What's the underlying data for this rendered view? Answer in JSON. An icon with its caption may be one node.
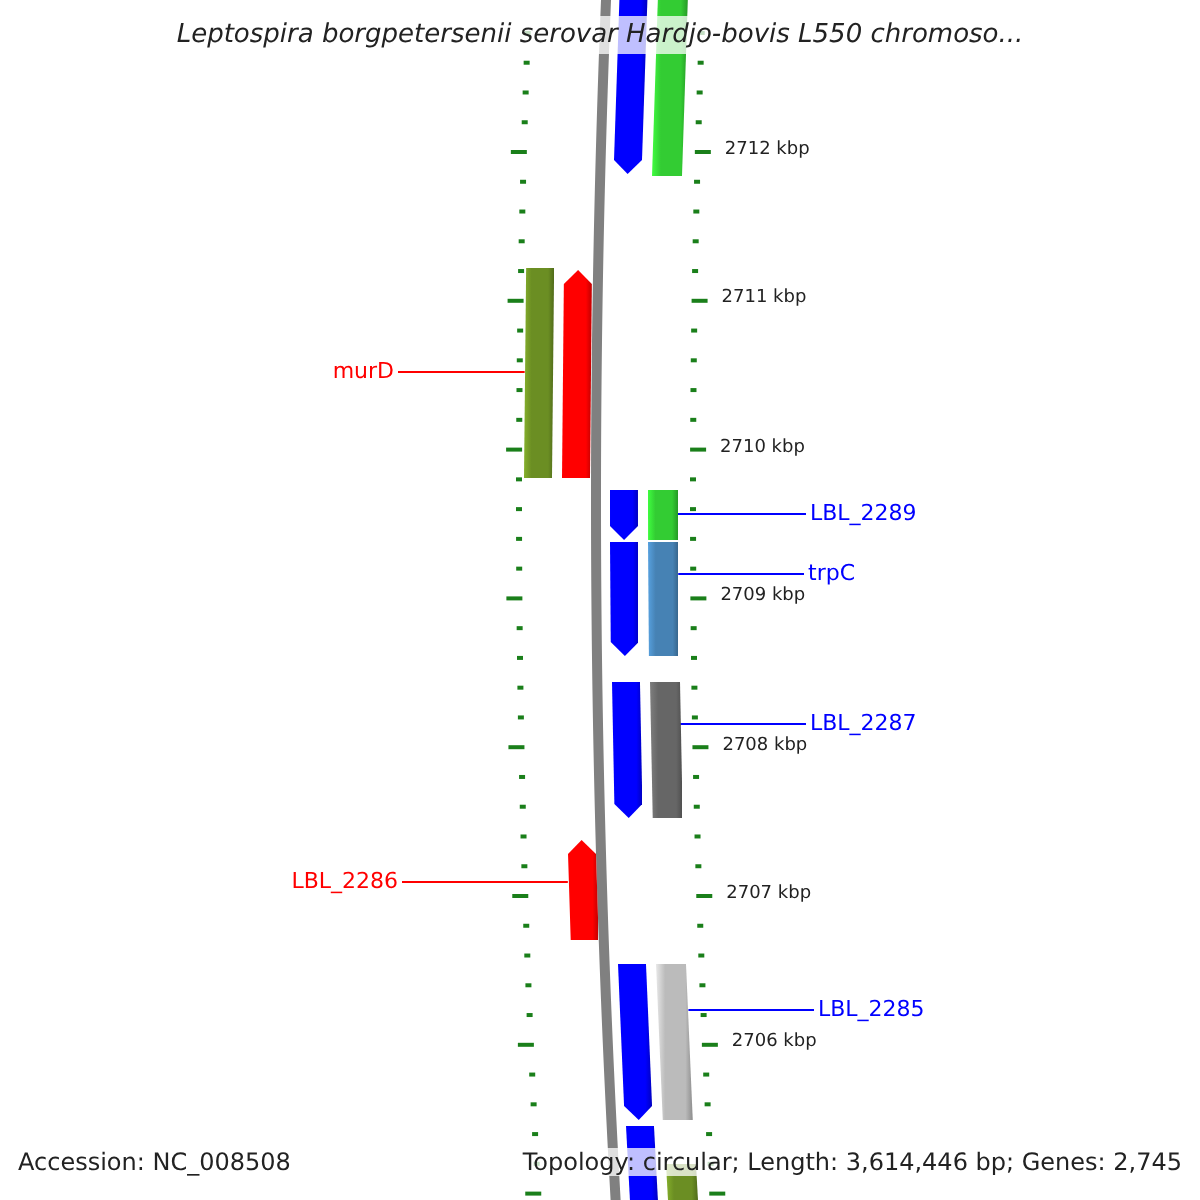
{
  "diagram": {
    "title": "Leptospira borgpetersenii serovar Hardjo-bovis L550 chromoso...",
    "nodes": [
      {
        "text": [],
        "shape": "bar"
      },
      {
        "text": [],
        "shape": "bar"
      },
      {
        "text": [],
        "shape": "bar"
      },
      {
        "text": [],
        "shape": "bar"
      },
      {
        "text": [],
        "shape": "bar"
      },
      {
        "text": [],
        "shape": "bar"
      },
      {
        "text": [],
        "shape": "bar"
      },
      {
        "text": [],
        "shape": "bar"
      },
      {
        "text": [],
        "shape": "bar"
      },
      {
        "text": [],
        "shape": "bar"
      },
      {
        "text": [],
        "shape": "bar"
      },
      {
        "text": [],
        "shape": "bar"
      },
      {
        "text": [],
        "shape": "bar"
      },
      {
        "text": [],
        "shape": "bar"
      },
      {
        "text": [],
        "shape": "bar"
      },
      {
        "text": [
          "murD"
        ]
      },
      {
        "text": [
          "LBL_2289"
        ]
      },
      {
        "text": [
          "trpC"
        ]
      },
      {
        "text": [
          "LBL_2287"
        ]
      },
      {
        "text": [
          "LBL_2286"
        ]
      },
      {
        "text": [
          "LBL_2285"
        ]
      }
    ],
    "edges": [
      {
        "from": 15,
        "to": 2,
        "arrow": "none",
        "color": "#ff0000"
      },
      {
        "from": 16,
        "to": 5,
        "arrow": "none",
        "color": "#0000ff"
      },
      {
        "from": 17,
        "to": 7,
        "arrow": "none",
        "color": "#0000ff"
      },
      {
        "from": 18,
        "to": 9,
        "arrow": "none",
        "color": "#0000ff"
      },
      {
        "from": 19,
        "to": 10,
        "arrow": "none",
        "color": "#ff0000"
      },
      {
        "from": 20,
        "to": 12,
        "arrow": "none",
        "color": "#0000ff"
      }
    ],
    "labels": [
      "2712 kbp",
      "2711 kbp",
      "2710 kbp",
      "2709 kbp",
      "2708 kbp",
      "2707 kbp",
      "2706 kbp",
      "Accession: NC_008508",
      "Topology: circular; Length: 3,614,446 bp; Genes: 2,745"
    ]
  }
}
